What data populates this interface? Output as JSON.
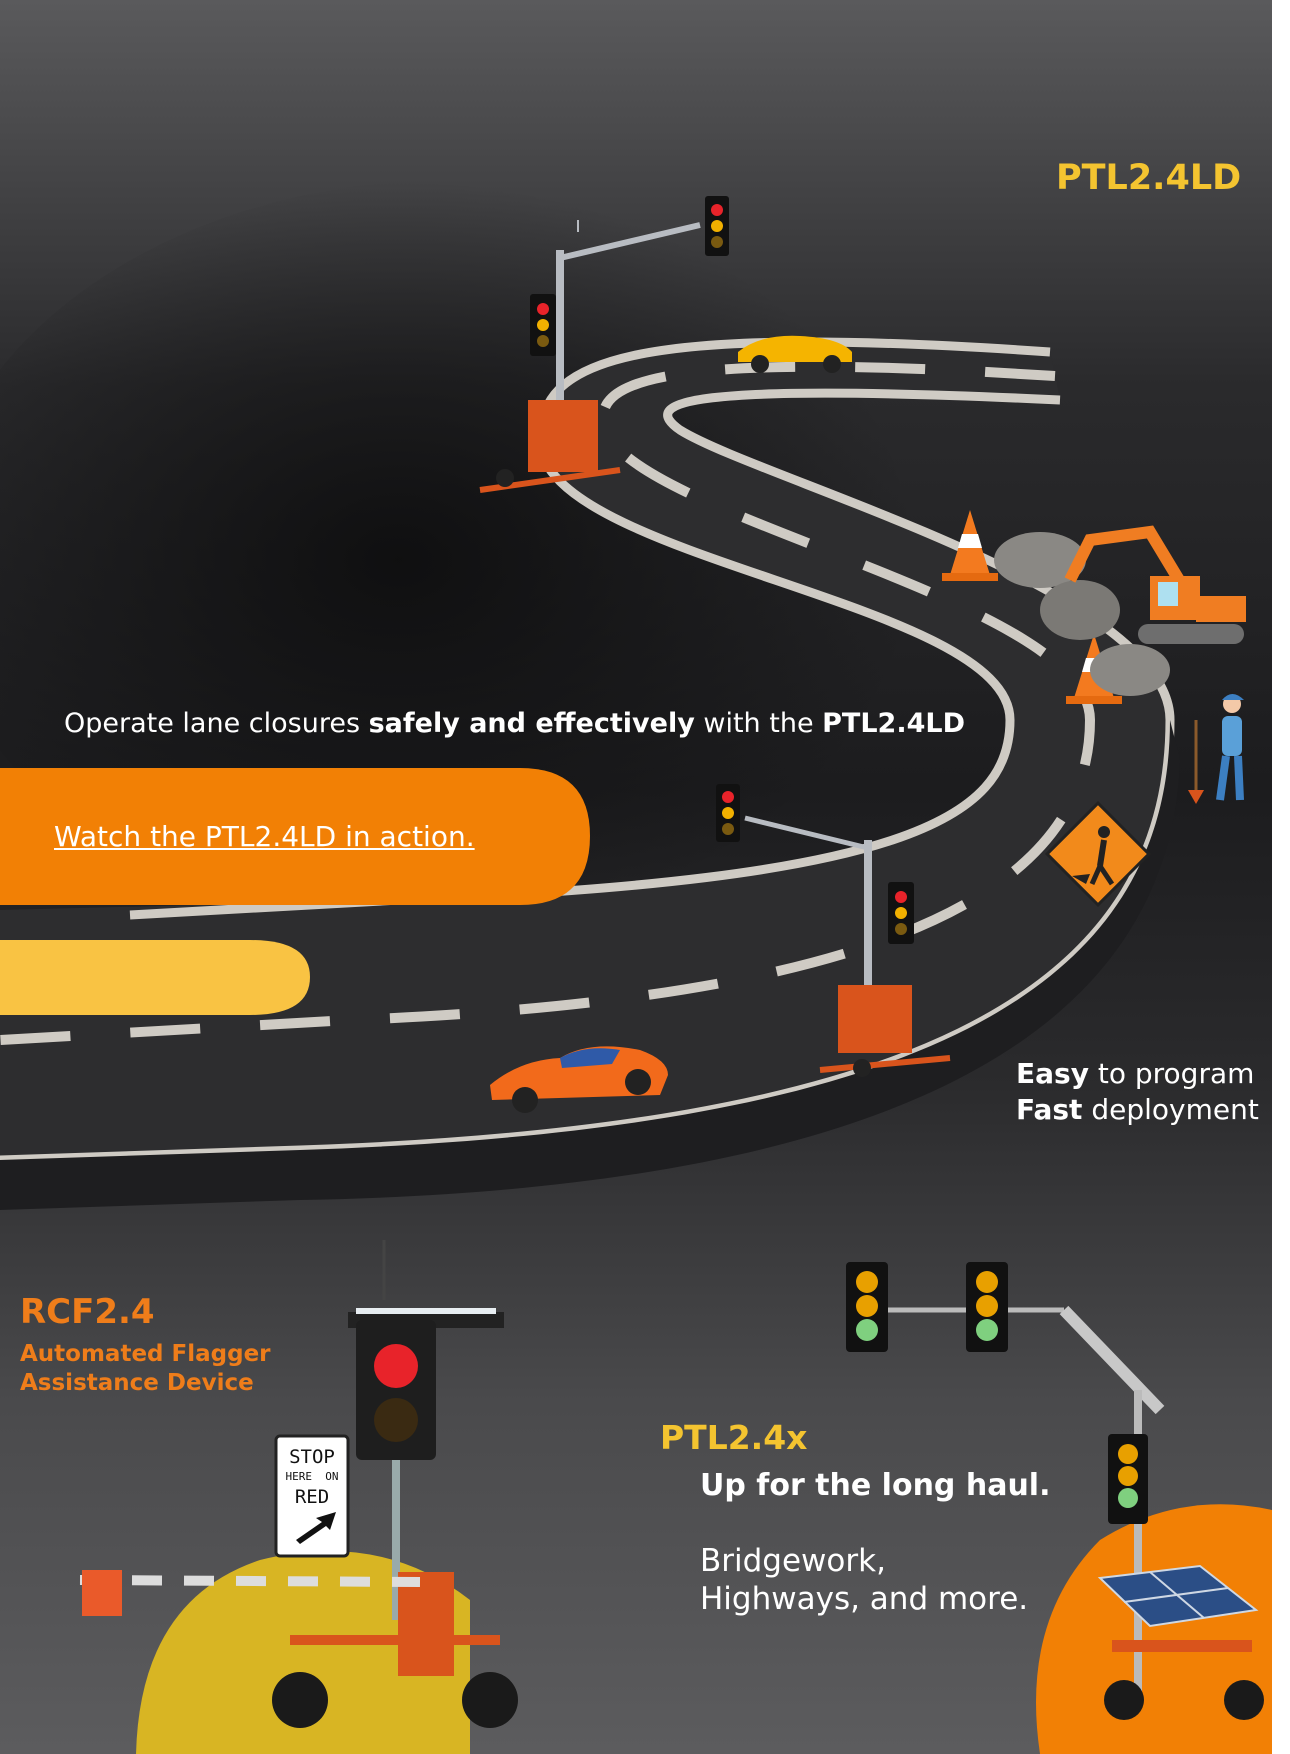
{
  "header": {
    "title_ghost": ""
  },
  "ptl24ld": {
    "label": "PTL2.4LD",
    "tagline_prefix": "Operate lane closures ",
    "tagline_bold": "safely and effectively",
    "tagline_mid": " with the ",
    "tagline_product": "PTL2.4LD",
    "cta_link": "Watch the PTL2.4LD in action."
  },
  "features": {
    "line1_bold": "Easy",
    "line1_rest": " to program",
    "line2_bold": "Fast",
    "line2_rest": " deployment"
  },
  "rcf24": {
    "label": "RCF2.4",
    "subtitle_line1": "Automated Flagger",
    "subtitle_line2": "Assistance Device",
    "sign_line1": "STOP",
    "sign_line2": "HERE  ON",
    "sign_line3": "RED"
  },
  "ptl24x": {
    "label": "PTL2.4x",
    "headline": "Up for the long haul.",
    "body_line1": "Bridgework,",
    "body_line2": "Highways, and more."
  },
  "colors": {
    "accent_orange": "#f28005",
    "accent_yellow": "#f4c430",
    "label_orange": "#ef7d1a",
    "road": "#2e2e30",
    "trailer_orange": "#d9541c"
  },
  "icons": [
    "traffic-light-icon",
    "car-icon",
    "traffic-cone-icon",
    "excavator-icon",
    "worker-icon",
    "men-at-work-sign-icon",
    "solar-panel-icon"
  ]
}
